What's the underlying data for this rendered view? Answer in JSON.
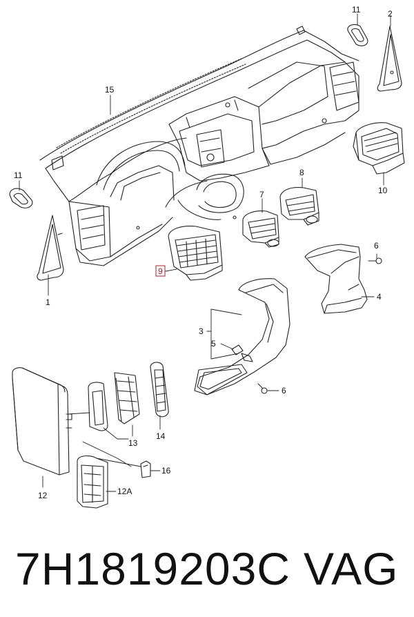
{
  "callouts": {
    "c15": "15",
    "c11a": "11",
    "c2": "2",
    "c11b": "11",
    "c1": "1",
    "c10": "10",
    "c8": "8",
    "c7": "7",
    "c9": "9",
    "c6a": "6",
    "c4": "4",
    "c3": "3",
    "c5": "5",
    "c6b": "6",
    "c12": "12",
    "c13": "13",
    "c14": "14",
    "c16": "16",
    "c12a": "12A"
  },
  "highlight_color": "#c8102e",
  "footer": {
    "part_number": "7H1819203C",
    "brand": "VAG"
  }
}
